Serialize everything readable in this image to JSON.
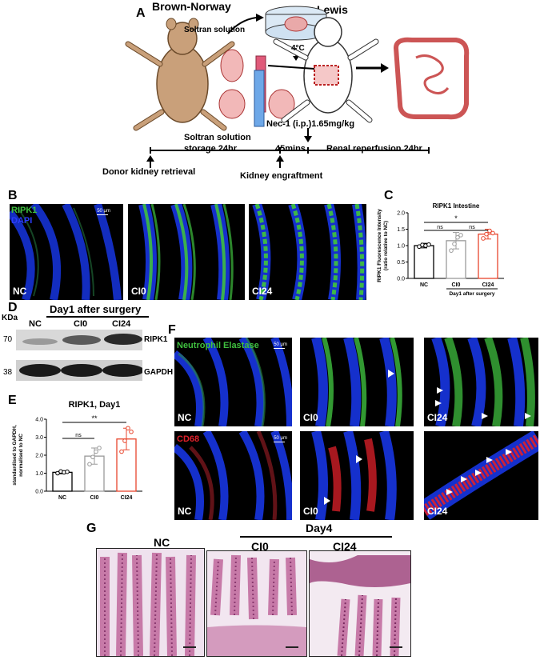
{
  "panelA": {
    "letter": "A",
    "donor_strain": "Brown-Norway",
    "recipient_strain": "Lewis",
    "solution_label": "Soltran solution",
    "temperature": "4°C",
    "timeline": {
      "storage_line1": "Soltran solution",
      "storage_line2": "storage 24hr",
      "drug": "Nec-1 (i.p.)1.65mg/kg",
      "delay": "45mins",
      "reperfusion": "Renal reperfusion 24hr",
      "retrieval": "Donor kidney retrieval",
      "engraftment": "Kidney engraftment"
    }
  },
  "panelB": {
    "letter": "B",
    "stain1": "RIPK1",
    "stain2": "DAPI",
    "scale_label": "50 μm",
    "groups": [
      "NC",
      "CI0",
      "CI24"
    ]
  },
  "panelC": {
    "letter": "C",
    "chart_data": {
      "type": "bar",
      "title": "RIPK1 Intestine",
      "ylabel_line1": "RIPK1 Fluorescence Intensity",
      "ylabel_line2": "(ratio relative to NC)",
      "xlabel": "Day1 after surgery",
      "categories": [
        "NC",
        "CI0",
        "CI24"
      ],
      "values": [
        1.0,
        1.15,
        1.35
      ],
      "errors": [
        0.07,
        0.25,
        0.15
      ],
      "points": [
        [
          0.97,
          1.02,
          1.0,
          1.03
        ],
        [
          0.85,
          1.05,
          1.25,
          1.32
        ],
        [
          1.22,
          1.35,
          1.45,
          1.38
        ]
      ],
      "colors": [
        "#000000",
        "#9a9a9a",
        "#e8452c"
      ],
      "ylim": [
        0,
        2.0
      ],
      "yticks": [
        "0.0",
        "0.5",
        "1.0",
        "1.5",
        "2.0"
      ],
      "significance": [
        {
          "from": 0,
          "to": 1,
          "label": "ns"
        },
        {
          "from": 1,
          "to": 2,
          "label": "ns"
        },
        {
          "from": 0,
          "to": 2,
          "label": "*"
        }
      ]
    }
  },
  "panelD": {
    "letter": "D",
    "kda_label": "KDa",
    "header": "Day1 after surgery",
    "lanes": [
      "NC",
      "CI0",
      "CI24"
    ],
    "marker_70": "70",
    "marker_38": "38",
    "band1": "RIPK1",
    "band2": "GAPDH"
  },
  "panelE": {
    "letter": "E",
    "chart_data": {
      "type": "bar",
      "title": "RIPK1, Day1",
      "ylabel_line1": "standardised to GAPDH,",
      "ylabel_line2": "normalised to NC",
      "categories": [
        "NC",
        "CI0",
        "CI24"
      ],
      "values": [
        1.05,
        1.95,
        2.9
      ],
      "errors": [
        0.08,
        0.45,
        0.6
      ],
      "points": [
        [
          1.0,
          1.1,
          1.05,
          1.08
        ],
        [
          1.5,
          1.9,
          2.2,
          2.4
        ],
        [
          2.2,
          2.8,
          3.5,
          3.3
        ]
      ],
      "colors": [
        "#000000",
        "#9a9a9a",
        "#e8452c"
      ],
      "ylim": [
        0,
        4.0
      ],
      "yticks": [
        "0.0",
        "1.0",
        "2.0",
        "3.0",
        "4.0"
      ],
      "significance": [
        {
          "from": 0,
          "to": 1,
          "label": "ns"
        },
        {
          "from": 0,
          "to": 2,
          "label": "**"
        }
      ]
    }
  },
  "panelF": {
    "letter": "F",
    "stain_top": "Neutrophil Elastase",
    "stain_bottom": "CD68",
    "scale_label": "50 μm",
    "groups": [
      "NC",
      "CI0",
      "CI24"
    ]
  },
  "panelG": {
    "letter": "G",
    "day_label": "Day4",
    "groups": [
      "NC",
      "CI0",
      "CI24"
    ]
  },
  "colors": {
    "ripk1_green": "#3fbf3f",
    "dapi_blue": "#1a3cff",
    "cd68_red": "#e0202a",
    "he_pink": "#c77aa8"
  }
}
